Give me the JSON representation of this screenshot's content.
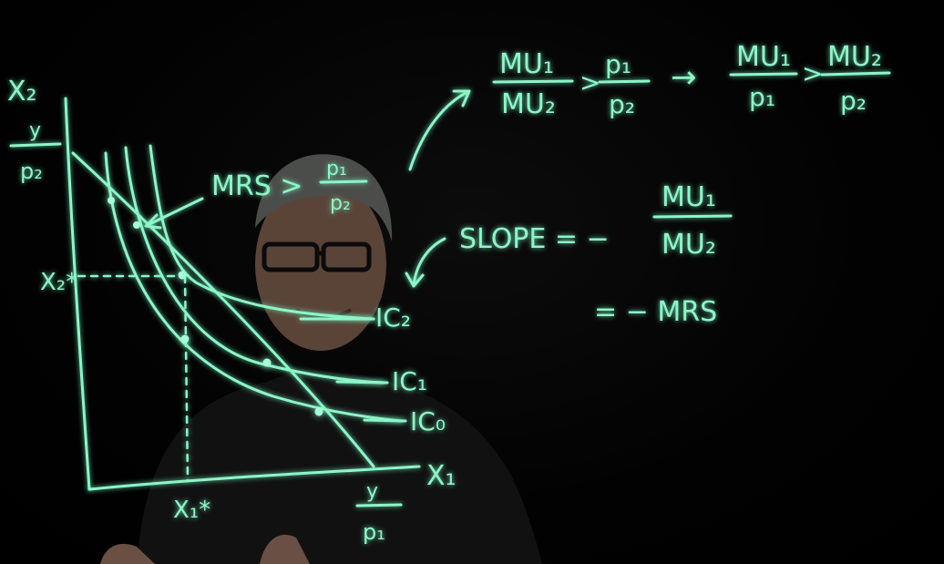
{
  "colors": {
    "ink": "#8ef5c8",
    "background": "#000000"
  },
  "graph": {
    "y_axis_label": "X₂",
    "x_axis_label": "X₁",
    "y_intercept_num": "y",
    "y_intercept_den": "p₂",
    "x_intercept_num": "y",
    "x_intercept_den": "p₁",
    "x2_star": "X₂*",
    "x1_star": "X₁*",
    "ic2": "IC₂",
    "ic1": "IC₁",
    "ic0": "IC₀"
  },
  "mrs_note": {
    "lhs": "MRS >",
    "num": "p₁",
    "den": "p₂"
  },
  "top_equation": {
    "f1_num": "MU₁",
    "f1_den": "MU₂",
    "gt1": ">",
    "f2_num": "p₁",
    "f2_den": "p₂",
    "arrow": "→",
    "f3_num": "MU₁",
    "f3_den": "p₁",
    "gt2": ">",
    "f4_num": "MU₂",
    "f4_den": "p₂"
  },
  "slope_equation": {
    "lhs": "SLOPE = −",
    "num": "MU₁",
    "den": "MU₂",
    "line2": "= − MRS"
  },
  "presenter": {
    "subject": "presenter-silhouette"
  }
}
